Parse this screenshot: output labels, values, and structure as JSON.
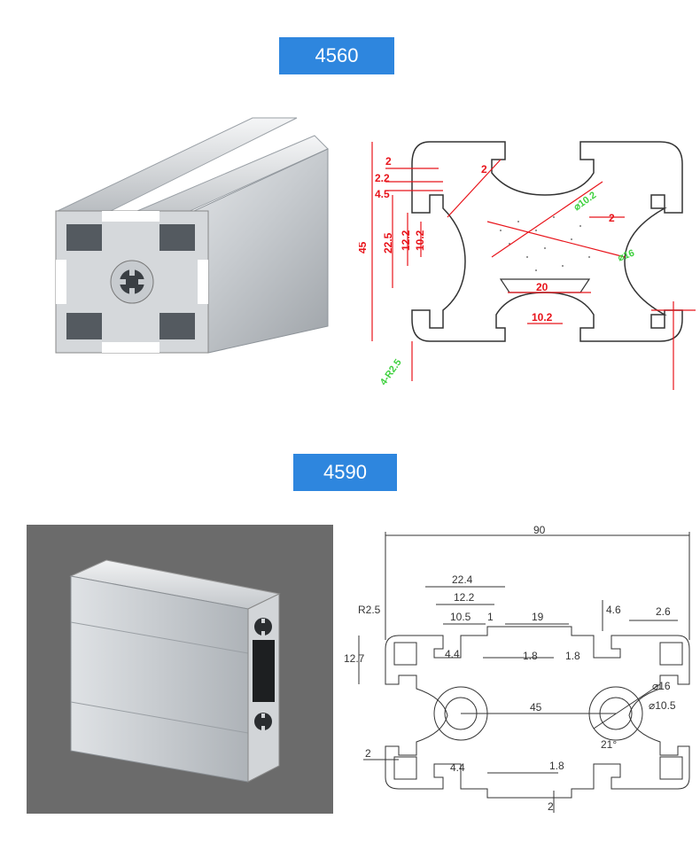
{
  "sections": [
    {
      "model": "4560",
      "drawing": {
        "labels": {
          "height": "45",
          "half": "22.5",
          "slot_h": "12.2",
          "slot_in": "10.2",
          "d2a": "2",
          "d22": "2.2",
          "d45": "4.5",
          "d2b": "2",
          "d2c": "2",
          "bore": "⌀10.2",
          "outer": "⌀16",
          "w20": "20",
          "w102": "10.2",
          "radius": "4-R2.5"
        },
        "colors": {
          "dim": "#e8141b",
          "callout": "#3fd13f",
          "outline": "#333333"
        }
      }
    },
    {
      "model": "4590",
      "drawing": {
        "labels": {
          "width": "90",
          "w224": "22.4",
          "w122": "12.2",
          "w105": "10.5",
          "w1": "1",
          "w19": "19",
          "h46": "4.6",
          "w26": "2.6",
          "r25": "R2.5",
          "h127": "12.7",
          "d44a": "4.4",
          "d18a": "1.8",
          "d18b": "1.8",
          "pitch": "45",
          "outer": "⌀16",
          "bore": "⌀10.5",
          "angle": "21°",
          "d2": "2",
          "d44b": "4.4",
          "d18c": "1.8",
          "d2b": "2"
        },
        "colors": {
          "dim": "#333333",
          "background": "#6b6b6b"
        }
      }
    }
  ]
}
